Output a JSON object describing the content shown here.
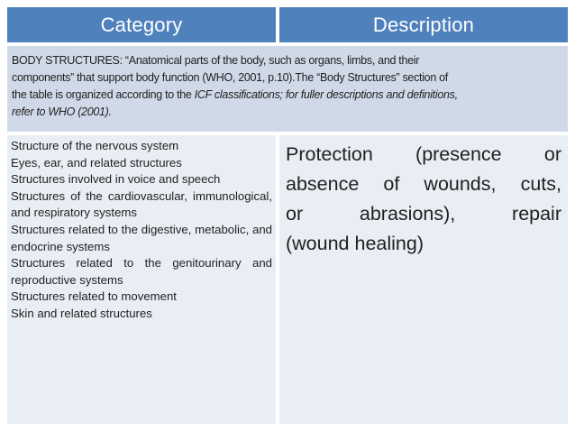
{
  "colors": {
    "page_bg": "#ffffff",
    "header_bg": "#4f81bd",
    "header_text": "#ffffff",
    "note_bg": "#d0d9e8",
    "body_bg": "#e9edf4",
    "text_color": "#1f1f1f"
  },
  "table": {
    "header": {
      "category": "Category",
      "description": "Description"
    },
    "note": {
      "lines": [
        {
          "regular": "BODY STRUCTURES: “Anatomical parts of the body, such as organs, limbs, and their",
          "italic": ""
        },
        {
          "regular": "components” that support body function (WHO, 2001, p.10).The “Body Structures” section of",
          "italic": ""
        },
        {
          "regular": "the table is organized according to the ",
          "italic": "ICF classifications; for fuller descriptions and definitions,"
        },
        {
          "regular": "",
          "italic": "refer to WHO (2001)."
        }
      ]
    },
    "category_items": [
      "Structure of the nervous system",
      "Eyes, ear, and related structures",
      "Structures involved in voice and speech",
      "Structures of the cardiovascular, immunological, and respiratory systems",
      "Structures related to the digestive, metabolic, and endocrine systems",
      "Structures related to the genitourinary and reproductive systems",
      "Structures related to movement",
      "Skin and related structures"
    ],
    "description_lines": [
      "Protection (presence or",
      "absence of wounds, cuts,",
      "or abrasions), repair",
      "(wound healing)"
    ]
  }
}
